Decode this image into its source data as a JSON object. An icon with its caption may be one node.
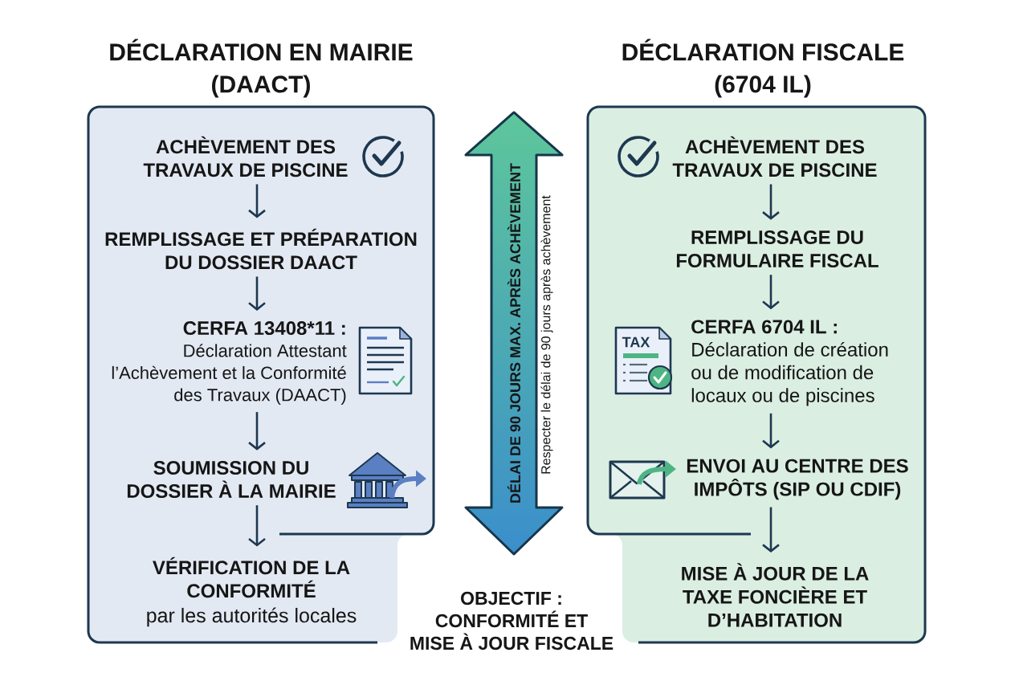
{
  "diagram": {
    "nodes": [
      {
        "text": [
          "DÉCLARATION EN MAIRIE (DAACT)"
        ]
      },
      {
        "text": [
          "ACHÈVEMENT DES TRAVAUX DE PISCINE"
        ],
        "in": 0
      },
      {
        "text": [
          "REMPLISSAGE ET PRÉPARATION DU DOSSIER DAACT"
        ],
        "in": 0
      },
      {
        "text": [
          "CERFA 13408*11 :",
          "Déclaration Attestant l’Achèvement et la Conformité des Travaux (DAACT)"
        ],
        "in": 0
      },
      {
        "text": [
          "SOUMISSION DU DOSSIER À LA MAIRIE"
        ],
        "in": 0
      },
      {
        "text": [
          "VÉRIFICATION DE LA CONFORMITÉ",
          "par les autorités locales"
        ],
        "in": 0
      },
      {
        "text": [
          "DÉCLARATION FISCALE (6704 IL)"
        ]
      },
      {
        "text": [
          "ACHÈVEMENT DES TRAVAUX DE PISCINE"
        ],
        "in": 6
      },
      {
        "text": [
          "REMPLISSAGE DU FORMULAIRE FISCAL"
        ],
        "in": 6
      },
      {
        "text": [
          "CERFA 6704 IL :",
          "Déclaration de création ou de modification de locaux ou de piscines"
        ],
        "in": 6
      },
      {
        "text": [
          "ENVOI AU CENTRE DES IMPÔTS (SIP OU CDIF)"
        ],
        "in": 6
      },
      {
        "text": [
          "MISE À JOUR DE LA TAXE FONCIÈRE ET D’HABITATION"
        ],
        "in": 6
      },
      {
        "text": [
          "DÉLAI DE 90 JOURS MAX. APRÈS ACHÈVEMENT",
          "Respecter le délai de 90 jours après achèvement"
        ]
      }
    ],
    "edges": [
      {
        "from": 1,
        "to": 2,
        "arrow": "to"
      },
      {
        "from": 2,
        "to": 3,
        "arrow": "to"
      },
      {
        "from": 3,
        "to": 4,
        "arrow": "to"
      },
      {
        "from": 4,
        "to": 5,
        "arrow": "to"
      },
      {
        "from": 7,
        "to": 8,
        "arrow": "to"
      },
      {
        "from": 8,
        "to": 9,
        "arrow": "to"
      },
      {
        "from": 9,
        "to": 10,
        "arrow": "to"
      },
      {
        "from": 10,
        "to": 11,
        "arrow": "to"
      }
    ],
    "labels": [
      "TAX",
      "OBJECTIF : CONFORMITÉ ET MISE À JOUR FISCALE"
    ]
  }
}
